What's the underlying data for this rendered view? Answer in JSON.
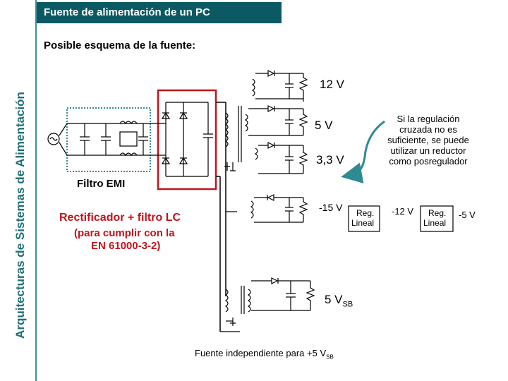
{
  "header": {
    "side_title": "Arquitecturas de Sistemas de Alimentación",
    "title": "Fuente de alimentación de un PC",
    "subtitle": "Posible esquema de la fuente:"
  },
  "labels": {
    "filtro_emi": "Filtro EMI",
    "rectificador": "Rectificador + filtro LC",
    "rectificador_note_1": "(para cumplir con la",
    "rectificador_note_2": "EN 61000-3-2)",
    "v12": "12 V",
    "v5": "5 V",
    "v33": "3,3 V",
    "vm15": "-15 V",
    "reg_lineal_1_a": "Reg.",
    "reg_lineal_1_b": "Lineal",
    "vm12": "-12 V",
    "reg_lineal_2_a": "Reg.",
    "reg_lineal_2_b": "Lineal",
    "vm5": "-5 V",
    "vsb_main": "5 V",
    "vsb_sub": "SB",
    "note_1": "Si la regulación",
    "note_2": "cruzada no es",
    "note_3": "suficiente, se puede",
    "note_4": "utilizar un reductor",
    "note_5": "como posregulador",
    "independent_main": "Fuente independiente para +5 V",
    "independent_sub": "SB"
  },
  "colors": {
    "accent": "#0b5a63",
    "emi_box": "#2e8b94",
    "rect_box": "#c0141c",
    "arrow": "#2e8b94"
  }
}
